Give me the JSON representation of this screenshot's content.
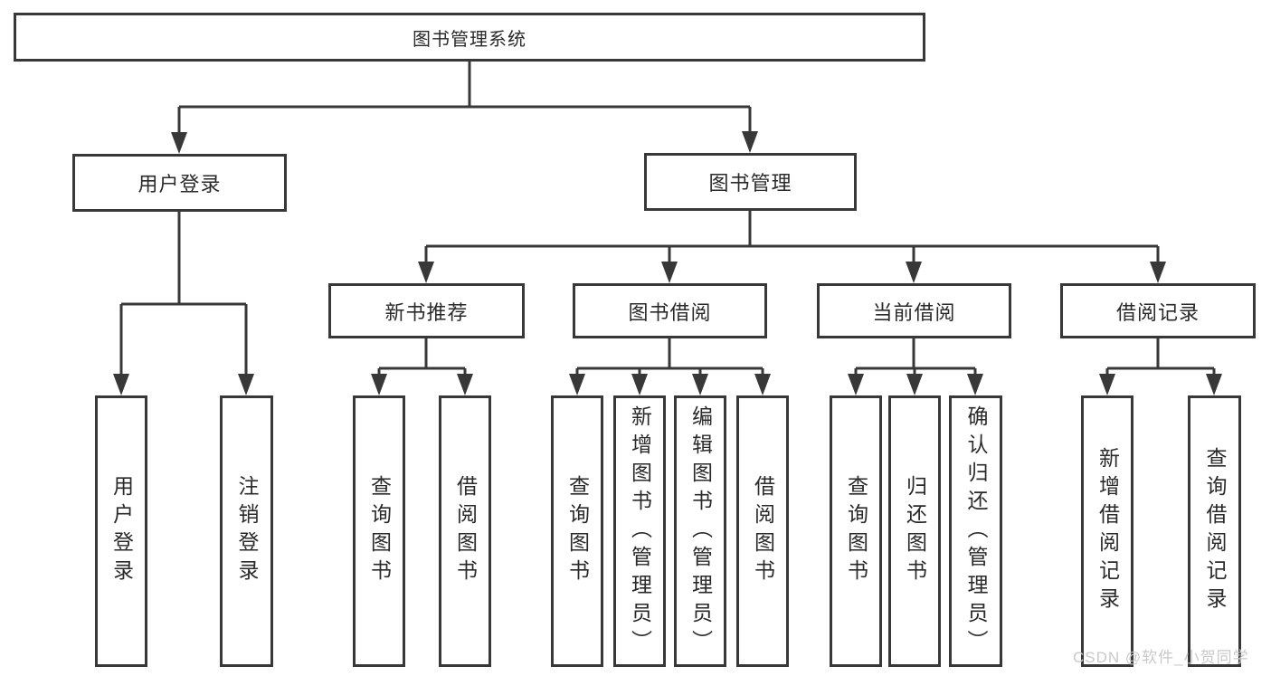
{
  "diagram": {
    "title": "图书管理系统",
    "type": "function-structure-tree",
    "colors": {
      "line": "#383838",
      "text": "#2a2a2a",
      "box_background": "#ffffff",
      "watermark": "#c9c9c9",
      "background": "#ffffff"
    },
    "watermark": "CSDN @软件_小贺同学",
    "boxes": {
      "root": {
        "label": "图书管理系统",
        "parent": null
      },
      "user_login": {
        "label": "用户登录",
        "parent": "root"
      },
      "book_mgmt": {
        "label": "图书管理",
        "parent": "root"
      },
      "new_book": {
        "label": "新书推荐",
        "parent": "book_mgmt"
      },
      "book_borrow": {
        "label": "图书借阅",
        "parent": "book_mgmt"
      },
      "current_borrow": {
        "label": "当前借阅",
        "parent": "book_mgmt"
      },
      "borrow_record": {
        "label": "借阅记录",
        "parent": "book_mgmt"
      },
      "leaf_user_login": {
        "label": "用户登录",
        "parent": "user_login"
      },
      "leaf_logout": {
        "label": "注销登录",
        "parent": "user_login"
      },
      "leaf_new_query": {
        "label": "查询图书",
        "parent": "new_book"
      },
      "leaf_new_borrow": {
        "label": "借阅图书",
        "parent": "new_book"
      },
      "leaf_bb_query": {
        "label": "查询图书",
        "parent": "book_borrow"
      },
      "leaf_bb_add": {
        "label": "新增图书（管理员）",
        "parent": "book_borrow"
      },
      "leaf_bb_edit": {
        "label": "编辑图书（管理员）",
        "parent": "book_borrow"
      },
      "leaf_bb_borrow": {
        "label": "借阅图书",
        "parent": "book_borrow"
      },
      "leaf_cb_query": {
        "label": "查询图书",
        "parent": "current_borrow"
      },
      "leaf_cb_return": {
        "label": "归还图书",
        "parent": "current_borrow"
      },
      "leaf_cb_confirm": {
        "label": "确认归还（管理员）",
        "parent": "current_borrow"
      },
      "leaf_br_add": {
        "label": "新增借阅记录",
        "parent": "borrow_record"
      },
      "leaf_br_query": {
        "label": "查询借阅记录",
        "parent": "borrow_record"
      }
    }
  }
}
